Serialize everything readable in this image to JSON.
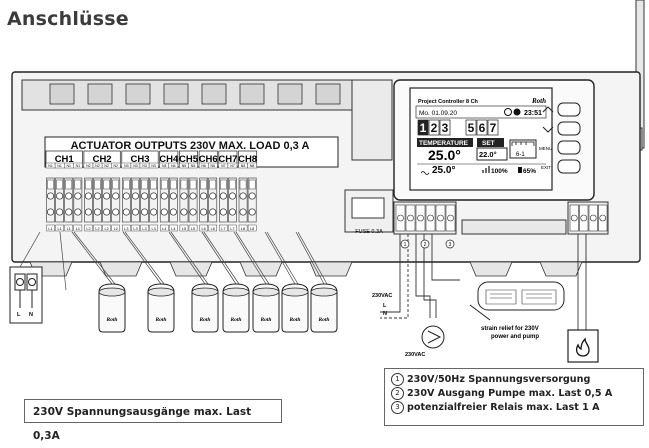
{
  "title": "Anschlüsse",
  "actuator_header": "ACTUATOR OUTPUTS 230V MAX. LOAD 0,3 A",
  "channels": [
    {
      "name": "CH1",
      "n": [
        "N1",
        "N1",
        "N1",
        "N1"
      ],
      "l": [
        "L1",
        "L1",
        "L1",
        "L1"
      ]
    },
    {
      "name": "CH2",
      "n": [
        "N2",
        "N2",
        "N2",
        "N2"
      ],
      "l": [
        "L2",
        "L2",
        "L2",
        "L2"
      ]
    },
    {
      "name": "CH3",
      "n": [
        "N3",
        "N3",
        "N3",
        "N3"
      ],
      "l": [
        "L3",
        "L3",
        "L3",
        "L3"
      ]
    },
    {
      "name": "CH4",
      "n": [
        "N4",
        "N4"
      ],
      "l": [
        "L4",
        "L4"
      ]
    },
    {
      "name": "CH5",
      "n": [
        "N5",
        "N5"
      ],
      "l": [
        "L5",
        "L5"
      ]
    },
    {
      "name": "CH6",
      "n": [
        "N6",
        "N6"
      ],
      "l": [
        "L6",
        "L6"
      ]
    },
    {
      "name": "CH7",
      "n": [
        "N7",
        "N7"
      ],
      "l": [
        "L7",
        "L7"
      ]
    },
    {
      "name": "CH8",
      "n": [
        "N8",
        "N8"
      ],
      "l": [
        "L8",
        "L8"
      ]
    }
  ],
  "display": {
    "header": "Project Controller 8 Ch",
    "brand": "Roth",
    "date": "Mo. 01.09.20",
    "time": "23:51",
    "days": [
      "1",
      "2",
      "3",
      "5",
      "6",
      "7"
    ],
    "temperature_label": "TEMPERATURE",
    "temperature_value": "25.0°",
    "set_label": "SET",
    "set_value": "22.0°",
    "mode_label": "6-1",
    "floor_value": "25.0°",
    "signal_value": "100%",
    "battery_value": "65%"
  },
  "buttons": [
    "MENU",
    "EXIT"
  ],
  "fuse_label": "FUSE 0.3A",
  "supply_label": "230VAC",
  "pump_label": "230VAC",
  "wire_labels": {
    "l": "L",
    "n": "N"
  },
  "terminal_ln": {
    "l": "L",
    "n": "N"
  },
  "actuator_brand": "Roth",
  "strain_relief": [
    "strain relief for 230V",
    "power and pump"
  ],
  "callouts": [
    "1",
    "2",
    "3"
  ],
  "caption_outputs": "230V Spannungsausgänge max. Last 0,3A",
  "notes": [
    "230V/50Hz Spannungsversorgung",
    "230V Ausgang Pumpe max. Last  0,5 A",
    "potenzialfreier Relais max. Last 1 A"
  ]
}
